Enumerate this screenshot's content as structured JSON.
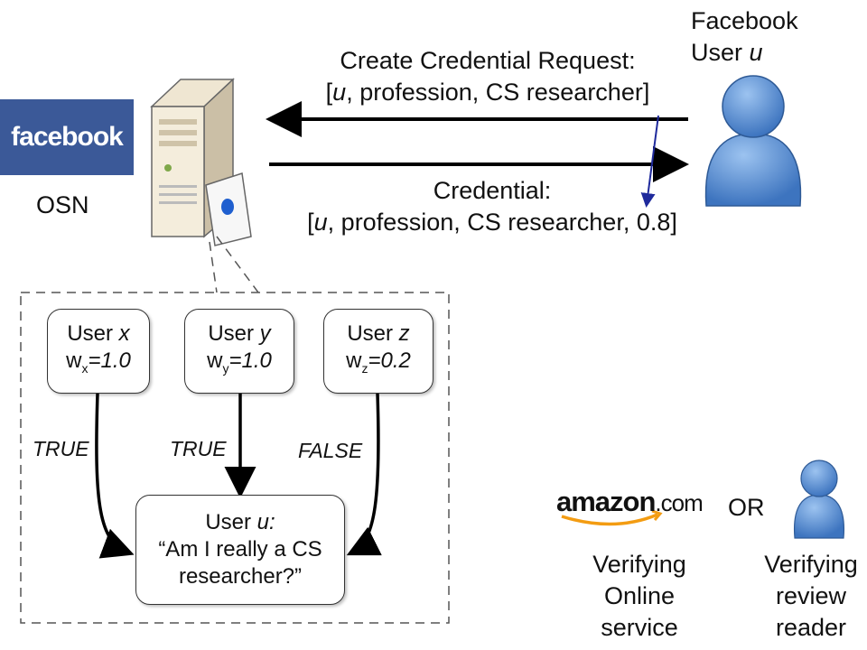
{
  "request": {
    "line1": "Create Credential Request:",
    "line2_user": "u",
    "line2_rest": ", profession, CS researcher]",
    "line2_open": "["
  },
  "credential": {
    "line1": "Credential:",
    "line2_open": "[",
    "line2_user": "u",
    "line2_rest": ", profession,  CS researcher, 0.8]"
  },
  "osn": {
    "logo": "facebook",
    "label": "OSN"
  },
  "fb_user": {
    "line1": "Facebook",
    "line2_prefix": "User ",
    "line2_var": "u"
  },
  "voters": [
    {
      "title_prefix": "User ",
      "title_var": "x",
      "w": "w",
      "sub": "x",
      "val": "=1.0",
      "edge": "TRUE"
    },
    {
      "title_prefix": "User ",
      "title_var": "y",
      "w": "w",
      "sub": "y",
      "val": "=1.0",
      "edge": "TRUE"
    },
    {
      "title_prefix": "User ",
      "title_var": "z",
      "w": "w",
      "sub": "z",
      "val": "=0.2",
      "edge": "FALSE"
    }
  ],
  "target": {
    "title_prefix": "User ",
    "title_var": "u:",
    "question1": "“Am I really a CS",
    "question2": "researcher?”"
  },
  "verifiers": {
    "amazon_main": "amazon",
    "amazon_tld": ".com",
    "or": "OR",
    "service": [
      "Verifying",
      "Online",
      "service"
    ],
    "reader": [
      "Verifying",
      "review",
      "reader"
    ]
  },
  "colors": {
    "facebook_blue": "#3b5998",
    "person_blue": "#5b8fd0",
    "annotation_arrow": "#1f2a9c",
    "amazon_orange": "#f39c12"
  }
}
